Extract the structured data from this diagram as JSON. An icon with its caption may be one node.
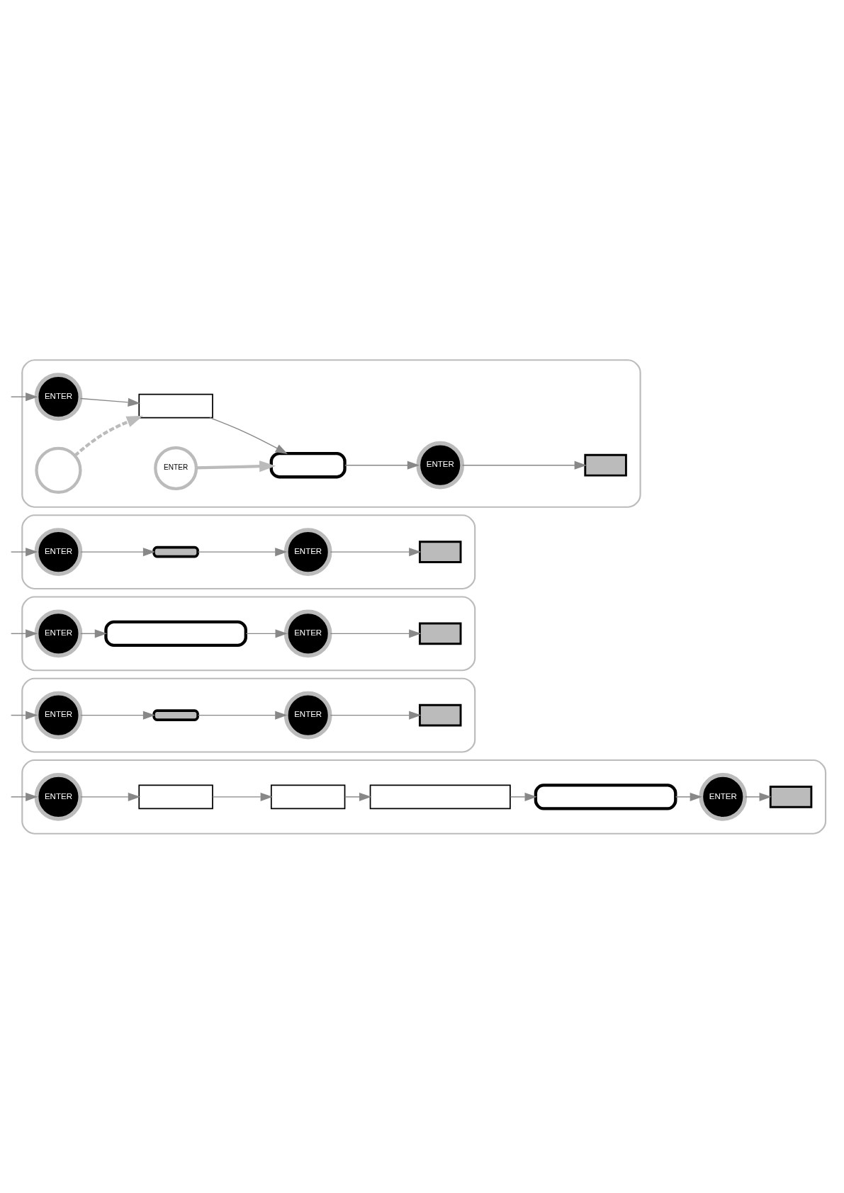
{
  "diagram": {
    "nodes": [
      {
        "text": [],
        "shape": "box"
      },
      {
        "text": [
          "ENTER"
        ],
        "in": 0
      },
      {
        "text": [],
        "shape": "box",
        "in": 0
      },
      {
        "text": [],
        "shape": "box",
        "in": 0
      },
      {
        "text": [
          "ENTER"
        ],
        "in": 0
      },
      {
        "text": [],
        "shape": "box",
        "in": 0
      },
      {
        "text": [],
        "shape": "circle",
        "in": 0
      },
      {
        "text": [
          "ENTER"
        ],
        "in": 0
      },
      {
        "text": [],
        "shape": "box"
      },
      {
        "text": [
          "ENTER"
        ],
        "in": 8
      },
      {
        "text": [],
        "shape": "bar",
        "in": 8
      },
      {
        "text": [
          "ENTER"
        ],
        "in": 8
      },
      {
        "text": [],
        "shape": "box",
        "in": 8
      },
      {
        "text": [],
        "shape": "box"
      },
      {
        "text": [
          "ENTER"
        ],
        "in": 13
      },
      {
        "text": [],
        "shape": "box",
        "in": 13
      },
      {
        "text": [
          "ENTER"
        ],
        "in": 13
      },
      {
        "text": [],
        "shape": "box",
        "in": 13
      },
      {
        "text": [],
        "shape": "box"
      },
      {
        "text": [
          "ENTER"
        ],
        "in": 18
      },
      {
        "text": [],
        "shape": "bar",
        "in": 18
      },
      {
        "text": [
          "ENTER"
        ],
        "in": 18
      },
      {
        "text": [],
        "shape": "box",
        "in": 18
      },
      {
        "text": [],
        "shape": "box"
      },
      {
        "text": [
          "ENTER"
        ],
        "in": 23
      },
      {
        "text": [],
        "shape": "box",
        "in": 23
      },
      {
        "text": [],
        "shape": "box",
        "in": 23
      },
      {
        "text": [],
        "shape": "box",
        "in": 23
      },
      {
        "text": [],
        "shape": "box",
        "in": 23
      },
      {
        "text": [
          "ENTER"
        ],
        "in": 23
      },
      {
        "text": [],
        "shape": "box",
        "in": 23
      }
    ],
    "edges": [
      {
        "from": null,
        "to": 1,
        "arrow": "to"
      },
      {
        "from": 1,
        "to": 2,
        "arrow": "to"
      },
      {
        "from": 2,
        "to": 3,
        "arrow": "to"
      },
      {
        "from": 3,
        "to": 4,
        "arrow": "to"
      },
      {
        "from": 4,
        "to": 5,
        "arrow": "to"
      },
      {
        "from": 6,
        "to": 2,
        "arrow": "to",
        "style": "dashed",
        "color": "#bbbbbb"
      },
      {
        "from": 7,
        "to": 3,
        "arrow": "to",
        "style": "thick",
        "color": "#bbbbbb"
      },
      {
        "from": null,
        "to": 9,
        "arrow": "to"
      },
      {
        "from": 9,
        "to": 10,
        "arrow": "to"
      },
      {
        "from": 10,
        "to": 11,
        "arrow": "to"
      },
      {
        "from": 11,
        "to": 12,
        "arrow": "to"
      },
      {
        "from": null,
        "to": 14,
        "arrow": "to"
      },
      {
        "from": 14,
        "to": 15,
        "arrow": "to"
      },
      {
        "from": 15,
        "to": 16,
        "arrow": "to"
      },
      {
        "from": 16,
        "to": 17,
        "arrow": "to"
      },
      {
        "from": null,
        "to": 19,
        "arrow": "to"
      },
      {
        "from": 19,
        "to": 20,
        "arrow": "to"
      },
      {
        "from": 20,
        "to": 21,
        "arrow": "to"
      },
      {
        "from": 21,
        "to": 22,
        "arrow": "to"
      },
      {
        "from": null,
        "to": 24,
        "arrow": "to"
      },
      {
        "from": 24,
        "to": 25,
        "arrow": "to"
      },
      {
        "from": 25,
        "to": 26,
        "arrow": "to"
      },
      {
        "from": 26,
        "to": 27,
        "arrow": "to"
      },
      {
        "from": 27,
        "to": 28,
        "arrow": "to"
      },
      {
        "from": 28,
        "to": 29,
        "arrow": "to"
      },
      {
        "from": 29,
        "to": 30,
        "arrow": "to"
      }
    ]
  }
}
